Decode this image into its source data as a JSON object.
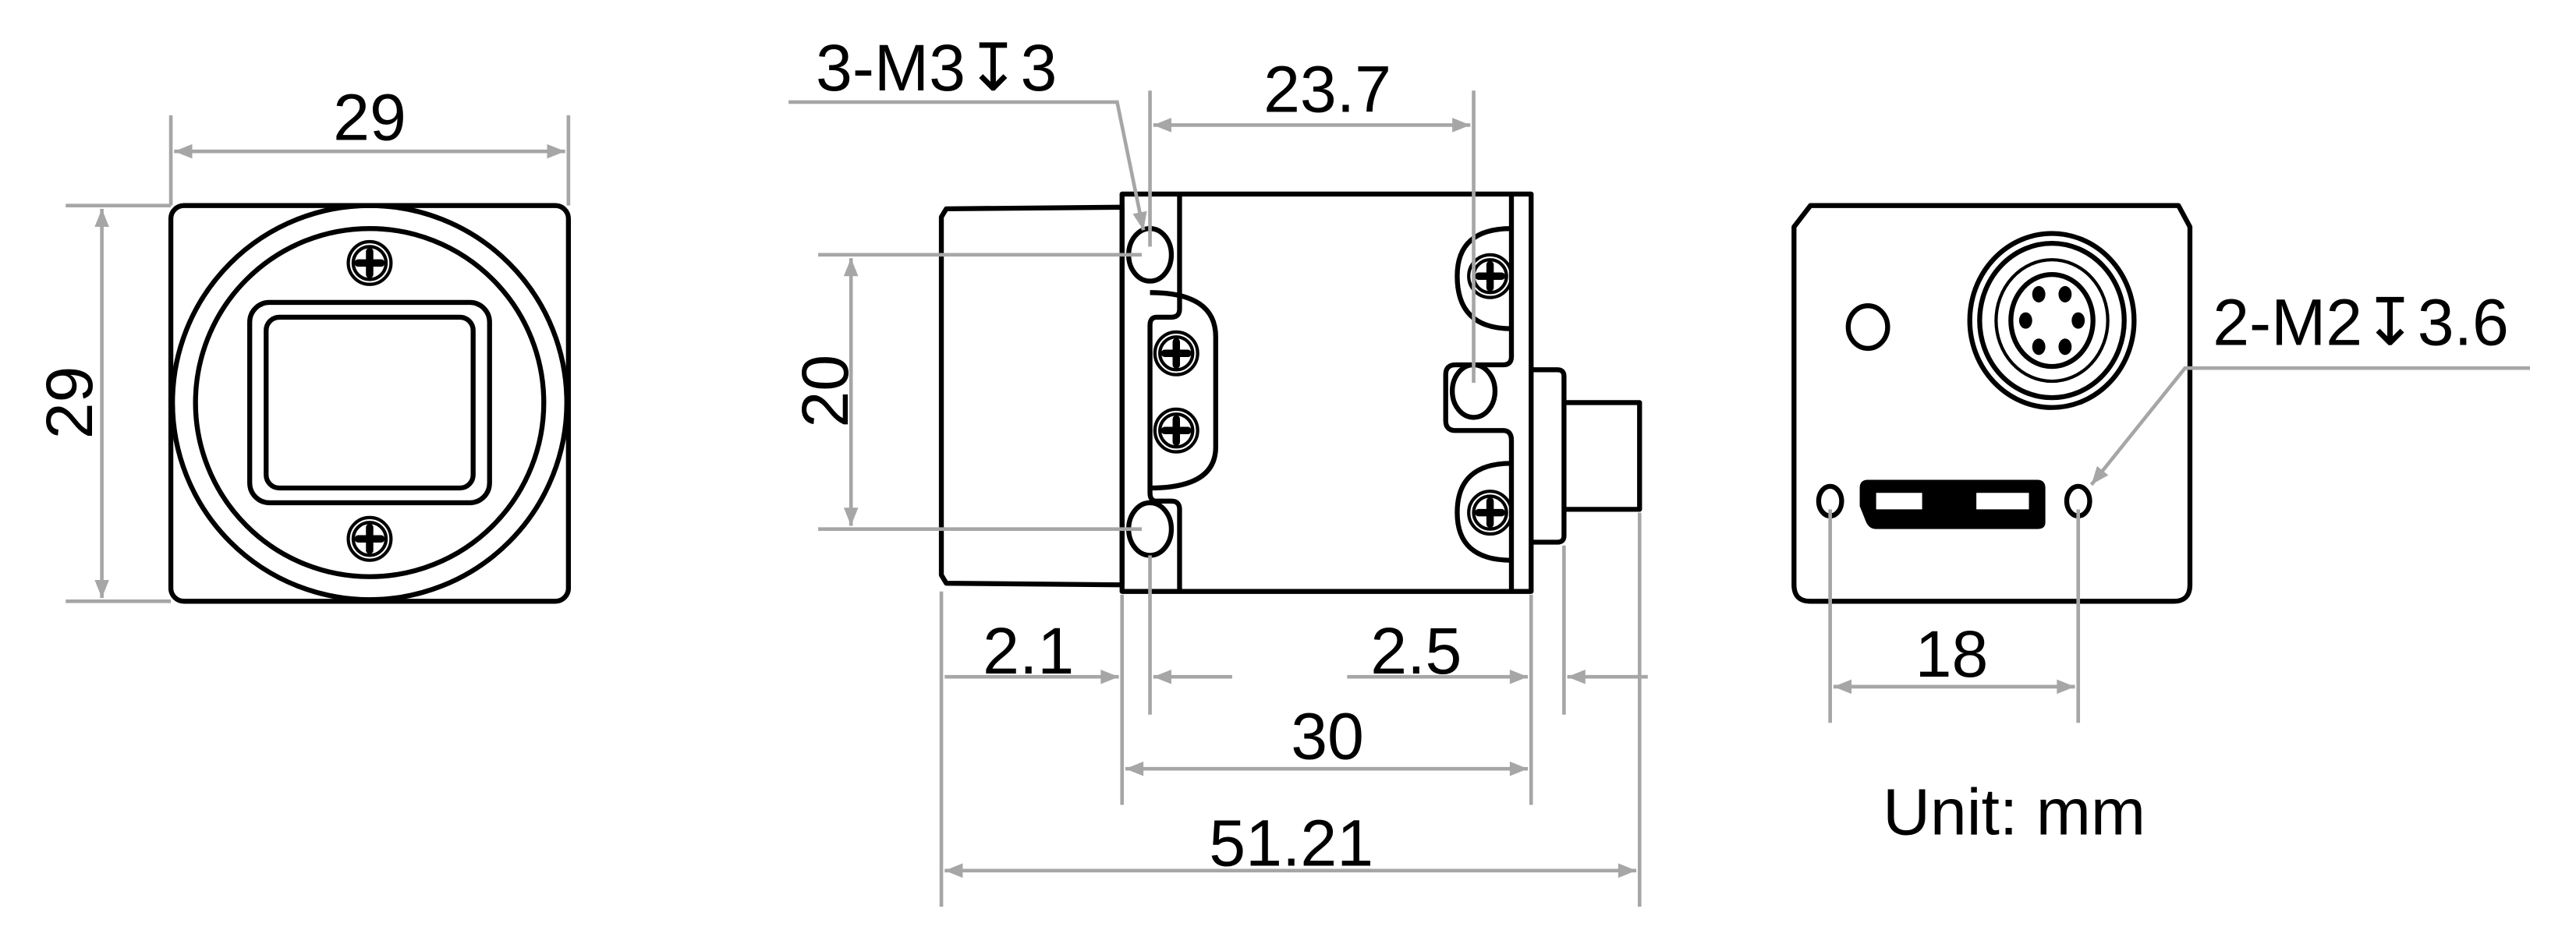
{
  "colors": {
    "outline": "#000000",
    "dimension": "#a6a6a6",
    "background": "#ffffff"
  },
  "front_view": {
    "width_dim": "29",
    "height_dim": "29"
  },
  "side_view": {
    "hole_callout": "3-M3↧3",
    "hole_spacing_h": "23.7",
    "hole_spacing_v": "20",
    "lens_offset": "2.1",
    "connector_offset": "2.5",
    "body_length": "30",
    "total_length": "51.21"
  },
  "back_view": {
    "hole_callout": "2-M2↧3.6",
    "hole_spacing": "18"
  },
  "unit_label": "Unit: mm"
}
